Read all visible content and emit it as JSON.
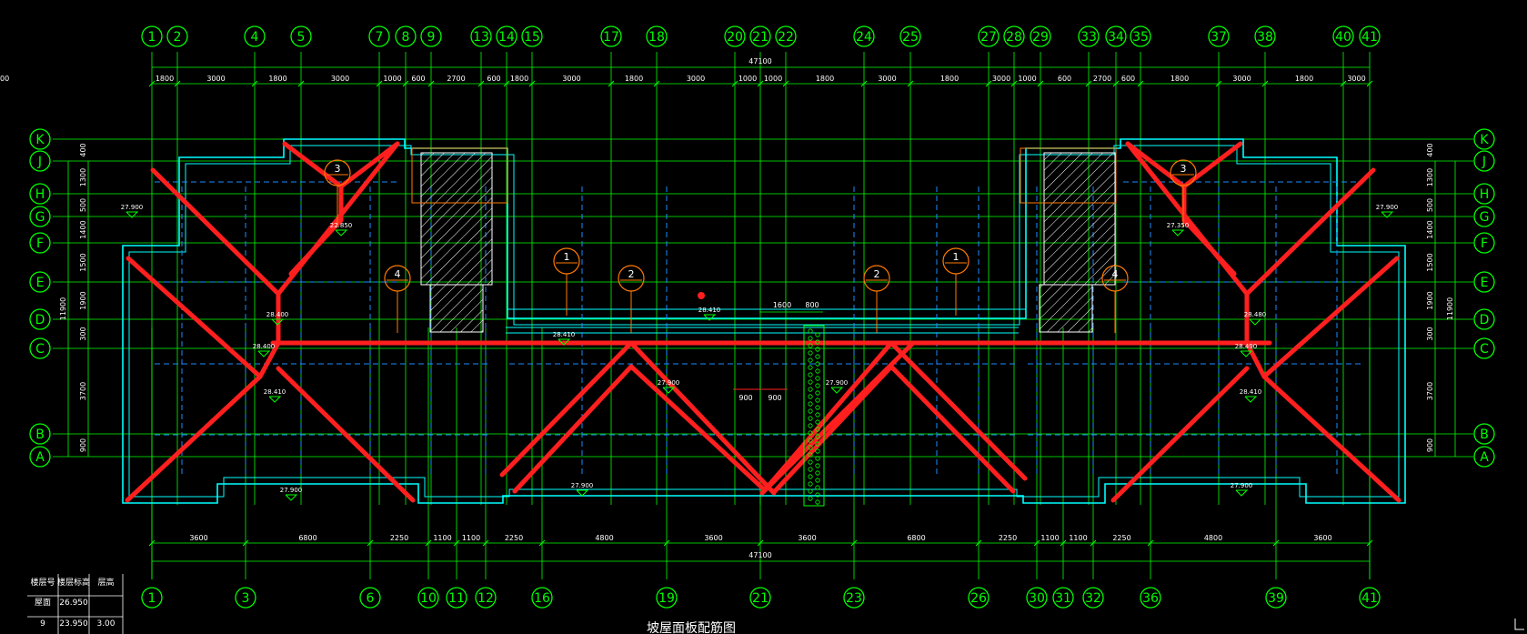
{
  "drawing": {
    "title": "坡屋面板配筋图",
    "colors": {
      "background": "#000000",
      "grid": "#00ff00",
      "dim": "#00ff00",
      "outline": "#00ffff",
      "dashed": "#1a8cff",
      "ridge": "#ff1f1f",
      "hatch": "#ffffff",
      "callout": "#ff7a00",
      "text": "#ffffff",
      "level": "#ffffff"
    },
    "top_axis_labels": [
      "1",
      "2",
      "4",
      "5",
      "7",
      "8",
      "9",
      "13",
      "14",
      "15",
      "17",
      "18",
      "20",
      "21",
      "22",
      "24",
      "25",
      "27",
      "28",
      "29",
      "33",
      "34",
      "35",
      "37",
      "38",
      "40",
      "41"
    ],
    "bottom_axis_labels": [
      "1",
      "3",
      "6",
      "10",
      "11",
      "12",
      "16",
      "19",
      "21",
      "23",
      "26",
      "30",
      "31",
      "32",
      "36",
      "39",
      "41"
    ],
    "row_axis_labels": [
      "K",
      "J",
      "H",
      "G",
      "F",
      "E",
      "D",
      "C",
      "B",
      "A"
    ],
    "top_overall_dim": "47100",
    "bottom_overall_dim": "47100",
    "top_segment_dims": [
      "1800",
      "3000",
      "1800",
      "3000",
      "1000",
      "600",
      "2700",
      "600",
      "1800",
      "3000",
      "1800",
      "3000",
      "1000",
      "1000",
      "1800",
      "3000",
      "1800",
      "3000",
      "1000",
      "600",
      "2700",
      "600",
      "1800",
      "3000",
      "1800",
      "3000",
      "1000"
    ],
    "bottom_segment_dims": [
      "3600",
      "6800",
      "2250",
      "1100",
      "1100",
      "2250",
      "4800",
      "3600",
      "3600",
      "6800",
      "2250",
      "1100",
      "1100",
      "2250",
      "4800",
      "3600"
    ],
    "left_row_dims": [
      "400",
      "1300",
      "500",
      "1400",
      "1500",
      "1900",
      "300",
      "3700",
      "900"
    ],
    "right_row_dims": [
      "400",
      "1300",
      "500",
      "1400",
      "1500",
      "1900",
      "300",
      "3700",
      "900"
    ],
    "left_total_dim": "11900",
    "right_total_dim": "11900",
    "section_marks": [
      "3",
      "3",
      "4",
      "4",
      "1",
      "1",
      "2",
      "2"
    ],
    "level_labels": [
      "27.900",
      "22.850",
      "28.400",
      "27.900",
      "28.400",
      "27.900",
      "27.350",
      "28.410",
      "28.410",
      "28.480",
      "28.490",
      "27.900",
      "28.410",
      "28.410",
      "27.900",
      "27.900",
      "27.900"
    ],
    "center_dims": [
      "1600",
      "800"
    ],
    "center_small_dims": [
      "900",
      "900"
    ],
    "table": {
      "headers": [
        "楼层号",
        "楼层标高",
        "层高"
      ],
      "rows": [
        [
          "屋面",
          "26.950",
          ""
        ],
        [
          "9",
          "23.950",
          "3.00"
        ]
      ]
    }
  }
}
